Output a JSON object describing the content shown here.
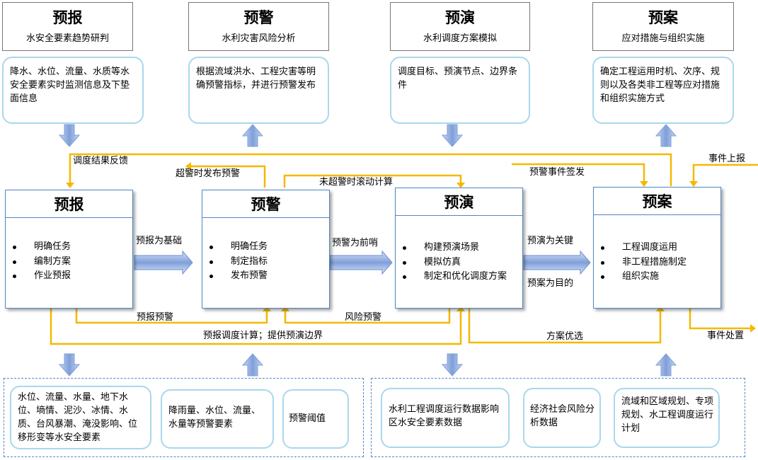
{
  "headers": [
    {
      "title": "预报",
      "subtitle": "水安全要素趋势研判"
    },
    {
      "title": "预警",
      "subtitle": "水利灾害风险分析"
    },
    {
      "title": "预演",
      "subtitle": "水利调度方案模拟"
    },
    {
      "title": "预案",
      "subtitle": "应对措施与组织实施"
    }
  ],
  "top_descriptions": [
    "降水、水位、流量、水质等水安全要素实时监测信息及下垫面信息",
    "根据流域洪水、工程灾害等明确预警指标，并进行预警发布",
    "调度目标、预演节点、边界条件",
    "确定工程运用时机、次序、规则以及各类非工程等应对措施和组织实施方式"
  ],
  "process_boxes": [
    {
      "title": "预报",
      "items": [
        "明确任务",
        "编制方案",
        "作业预报"
      ]
    },
    {
      "title": "预警",
      "items": [
        "明确任务",
        "制定指标",
        "发布预警"
      ]
    },
    {
      "title": "预演",
      "items": [
        "构建预演场景",
        "模拟仿真",
        "制定和优化调度方案"
      ]
    },
    {
      "title": "预案",
      "items": [
        "工程调度运用",
        "非工程措施制定",
        "组织实施"
      ]
    }
  ],
  "flow_labels": {
    "feedback": "调度结果反馈",
    "over_threshold_warning": "超警时发布预警",
    "rolling_calc": "未超警时滚动计算",
    "event_issue": "预警事件签发",
    "event_report": "事件上报",
    "forecast_basis": "预报为基础",
    "warning_premise": "预警为前哨",
    "rehearsal_key": "预演为关键",
    "plan_goal": "预案为目的",
    "forecast_warning": "预报预警",
    "risk_warning": "风险预警",
    "forecast_dispatch": "预报调度计算；提供预演边界",
    "plan_optimization": "方案优选",
    "event_handling": "事件处置"
  },
  "bottom_items": [
    "水位、流量、水量、地下水位、墒情、泥沙、冰情、水质、台风暴潮、淹没影响、位移形变等水安全要素",
    "降雨量、水位、流量、水量等预警要素",
    "预警阈值",
    "水利工程调度运行数据影响区水安全要素数据",
    "经济社会风险分析数据",
    "流域和区域规划、专项规划、水工程调度运行计划"
  ],
  "colors": {
    "flow_line": "#f5b800",
    "box_border": "#4f86c6",
    "rounded_border": "#a8d8ec",
    "block_arrow": "#7f9fd9"
  }
}
